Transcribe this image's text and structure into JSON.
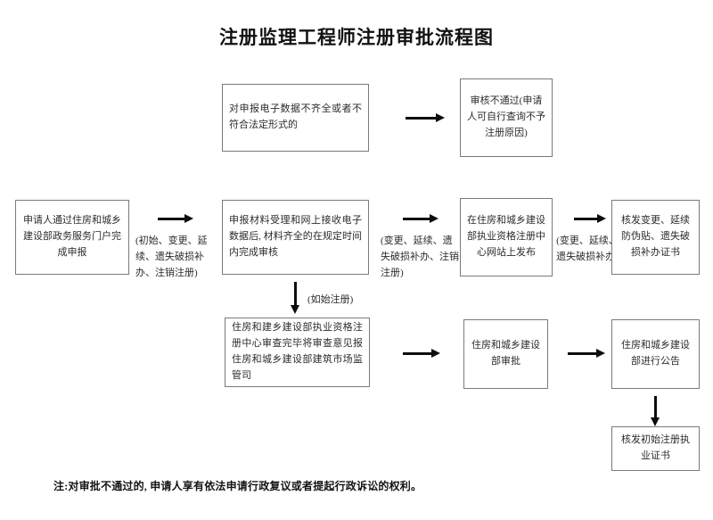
{
  "title": "注册监理工程师注册审批流程图",
  "boxes": {
    "incomplete_data": "对申报电子数据不齐全或者不符合法定形式的",
    "review_failed": "审核不通过(申请人可自行查询不予注册原因)",
    "applicant_submit": "申请人通过住房和城乡建设部政务服务门户完成申报",
    "acceptance_review": "申报材料受理和网上接收电子数据后, 材料齐全的在规定时间内完成审核",
    "publish_website": "在住房和城乡建设部执业资格注册中心网站上发布",
    "issue_change_cert": "核发变更、延续防伪贴、遗失破损补办证书",
    "center_review_report": "住房和建乡建设部执业资格注册中心审查完毕将审查意见报住房和城乡建设部建筑市场监管司",
    "ministry_approval": "住房和城乡建设部审批",
    "ministry_announcement": "住房和城乡建设部进行公告",
    "issue_initial_cert": "核发初始注册执业证书"
  },
  "labels": {
    "all_types": "(初始、变更、延续、遗失破损补办、注销注册)",
    "change_types": "(变更、延续、遗失破损补办、注销注册)",
    "change_short": "(变更、延续、遗失破损补办)",
    "initial_only": "(如始注册)"
  },
  "footnote": "注:对审批不通过的, 申请人享有依法申请行政复议或者提起行政诉讼的权利。",
  "colors": {
    "border": "#7a7a7a",
    "arrow": "#0d0d0d",
    "text": "#2b2b2b",
    "background": "#ffffff"
  },
  "icons": {
    "arrow_right": "arrow-right-icon",
    "arrow_down": "arrow-down-icon"
  }
}
